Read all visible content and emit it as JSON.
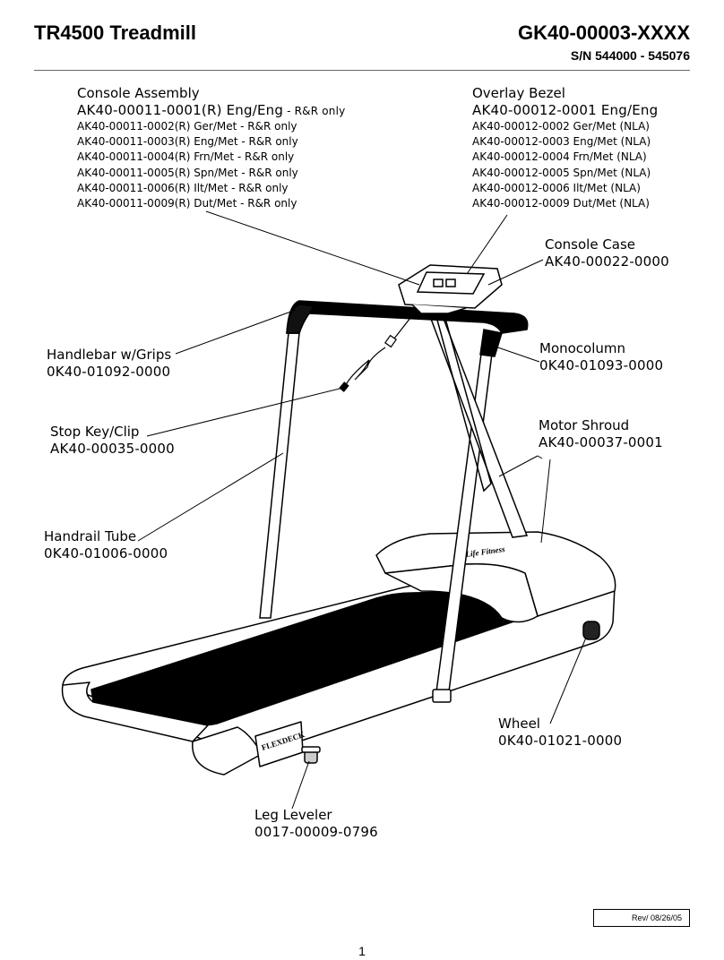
{
  "header": {
    "model": "TR4500 Treadmill",
    "part_number": "GK40-00003-XXXX",
    "serial_range": "S/N 544000 - 545076"
  },
  "callouts": {
    "console_assembly": {
      "title": "Console Assembly",
      "lines": [
        {
          "text": "AK40-00011-0001(R) Eng/Eng",
          "note": " - R&R only"
        },
        {
          "text": "AK40-00011-0002(R) Ger/Met",
          "note": " - R&R only"
        },
        {
          "text": "AK40-00011-0003(R) Eng/Met",
          "note": " - R&R only"
        },
        {
          "text": "AK40-00011-0004(R) Frn/Met",
          "note": " - R&R only"
        },
        {
          "text": "AK40-00011-0005(R) Spn/Met",
          "note": " - R&R only"
        },
        {
          "text": "AK40-00011-0006(R) Ilt/Met",
          "note": " - R&R only"
        },
        {
          "text": "AK40-00011-0009(R) Dut/Met",
          "note": " - R&R only"
        }
      ]
    },
    "overlay_bezel": {
      "title": "Overlay Bezel",
      "lines": [
        "AK40-00012-0001 Eng/Eng",
        "AK40-00012-0002 Ger/Met (NLA)",
        "AK40-00012-0003 Eng/Met (NLA)",
        "AK40-00012-0004 Frn/Met (NLA)",
        "AK40-00012-0005 Spn/Met (NLA)",
        "AK40-00012-0006 Ilt/Met (NLA)",
        "AK40-00012-0009 Dut/Met (NLA)"
      ]
    },
    "console_case": {
      "title": "Console Case",
      "part": "AK40-00022-0000"
    },
    "handlebar": {
      "title": "Handlebar w/Grips",
      "part": "0K40-01092-0000"
    },
    "monocolumn": {
      "title": "Monocolumn",
      "part": "0K40-01093-0000"
    },
    "stop_key": {
      "title": "Stop Key/Clip",
      "part": "AK40-00035-0000"
    },
    "motor_shroud": {
      "title": "Motor Shroud",
      "part": "AK40-00037-0001"
    },
    "handrail_tube": {
      "title": "Handrail Tube",
      "part": "0K40-01006-0000"
    },
    "wheel": {
      "title": "Wheel",
      "part": "0K40-01021-0000"
    },
    "leg_leveler": {
      "title": "Leg Leveler",
      "part": "0017-00009-0796"
    }
  },
  "artwork": {
    "deck_brand": "FLEXDECK",
    "shroud_brand": "Life Fitness"
  },
  "footer": {
    "revision": "Rev/ 08/26/05",
    "page": "1"
  }
}
